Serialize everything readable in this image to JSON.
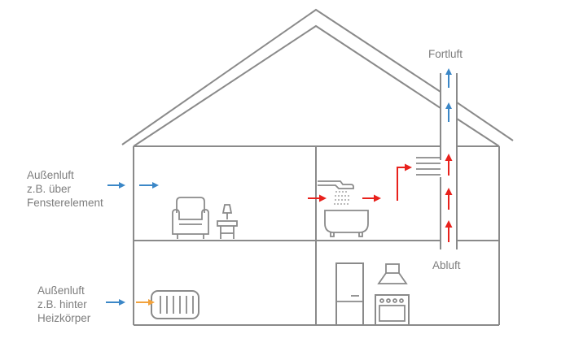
{
  "title": "Ventilation diagram: supply and exhaust air flow in a house",
  "labels": {
    "supply_window": [
      "Außenluft",
      "z.B. über",
      "Fensterelement"
    ],
    "supply_radiator": [
      "Außenluft",
      "z.B. hinter",
      "Heizkörper"
    ],
    "exhaust_out": "Fortluft",
    "exhaust_in": "Abluft"
  },
  "colors": {
    "outline": "#8a8a8a",
    "text": "#7d7d7d",
    "outdoor_air": "#3b87c7",
    "exhaust_air": "#e8211c",
    "heated_air": "#f2a23c"
  },
  "rooms": [
    {
      "name": "living-room",
      "floor": "upper",
      "icons": [
        "armchair",
        "side-table-lamp"
      ]
    },
    {
      "name": "bathroom",
      "floor": "upper",
      "icons": [
        "shower-head",
        "bathtub"
      ]
    },
    {
      "name": "heating-room",
      "floor": "lower",
      "icons": [
        "radiator"
      ]
    },
    {
      "name": "kitchen",
      "floor": "lower",
      "icons": [
        "refrigerator",
        "range-hood",
        "stove-oven"
      ]
    }
  ],
  "flows": [
    {
      "type": "outdoor_air",
      "from": "outside",
      "to": "living-room"
    },
    {
      "type": "outdoor_air",
      "from": "outside",
      "to": "radiator"
    },
    {
      "type": "heated_air",
      "from": "radiator",
      "to": "heating-room"
    },
    {
      "type": "exhaust_air",
      "from": "bathroom",
      "to": "exhaust-vent"
    },
    {
      "type": "exhaust_air",
      "from": "exhaust-duct",
      "to": "roof"
    },
    {
      "type": "outdoor_air",
      "from": "exhaust-duct",
      "to": "outside"
    }
  ]
}
